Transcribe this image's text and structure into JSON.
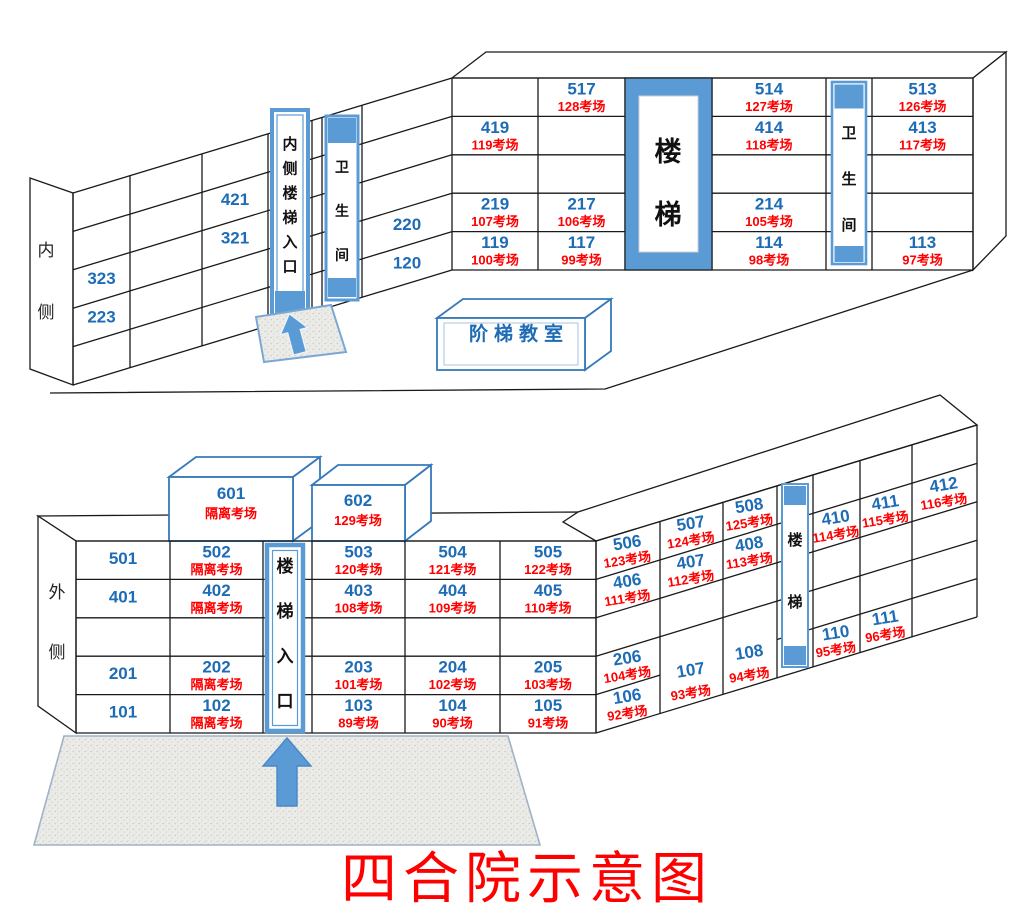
{
  "title": "四合院示意图",
  "colors": {
    "room_number_blue": "#1E6CB5",
    "exam_red": "#FF0000",
    "accent_blue": "#5B9BD5",
    "title_red": "#FF0000"
  },
  "top_building": {
    "side_label": "内侧",
    "inner_stair_sign": "内侧楼梯入口",
    "wc_sign_left": "卫生间",
    "stairs_label": "楼梯",
    "wc_sign_right": "卫生间",
    "left_wing_rooms": [
      {
        "no": "421",
        "col": 2,
        "floor": 4
      },
      {
        "no": "321",
        "col": 2,
        "floor": 3
      },
      {
        "no": "323",
        "col": 0,
        "floor": 3
      },
      {
        "no": "223",
        "col": 0,
        "floor": 2
      },
      {
        "no": "220",
        "col": 3,
        "floor": 2
      },
      {
        "no": "120",
        "col": 3,
        "floor": 1
      }
    ],
    "main_rooms": [
      {
        "no": "419",
        "exam": "119考场",
        "col": 0,
        "floor": 4
      },
      {
        "no": "219",
        "exam": "107考场",
        "col": 0,
        "floor": 2
      },
      {
        "no": "119",
        "exam": "100考场",
        "col": 0,
        "floor": 1
      },
      {
        "no": "517",
        "exam": "128考场",
        "col": 1,
        "floor": 5
      },
      {
        "no": "217",
        "exam": "106考场",
        "col": 1,
        "floor": 2
      },
      {
        "no": "117",
        "exam": "99考场",
        "col": 1,
        "floor": 1
      },
      {
        "no": "514",
        "exam": "127考场",
        "col": 2,
        "floor": 5
      },
      {
        "no": "414",
        "exam": "118考场",
        "col": 2,
        "floor": 4
      },
      {
        "no": "214",
        "exam": "105考场",
        "col": 2,
        "floor": 2
      },
      {
        "no": "114",
        "exam": "98考场",
        "col": 2,
        "floor": 1
      },
      {
        "no": "513",
        "exam": "126考场",
        "col": 3,
        "floor": 5
      },
      {
        "no": "413",
        "exam": "117考场",
        "col": 3,
        "floor": 4
      },
      {
        "no": "113",
        "exam": "97考场",
        "col": 3,
        "floor": 1
      }
    ]
  },
  "lecture_hall_label": "阶梯教室",
  "bottom_building": {
    "side_label": "外侧",
    "stair_entrance_sign": "楼梯入口",
    "stairs_label": "楼梯",
    "roof_boxes": [
      {
        "no": "601",
        "exam": "隔离考场"
      },
      {
        "no": "602",
        "exam": "129考场"
      }
    ],
    "main_rooms": [
      {
        "no": "501",
        "col": 0,
        "floor": 5
      },
      {
        "no": "401",
        "col": 0,
        "floor": 4
      },
      {
        "no": "201",
        "col": 0,
        "floor": 2
      },
      {
        "no": "101",
        "col": 0,
        "floor": 1
      },
      {
        "no": "502",
        "exam": "隔离考场",
        "col": 1,
        "floor": 5
      },
      {
        "no": "402",
        "exam": "隔离考场",
        "col": 1,
        "floor": 4
      },
      {
        "no": "202",
        "exam": "隔离考场",
        "col": 1,
        "floor": 2
      },
      {
        "no": "102",
        "exam": "隔离考场",
        "col": 1,
        "floor": 1
      },
      {
        "no": "503",
        "exam": "120考场",
        "col": 2,
        "floor": 5
      },
      {
        "no": "403",
        "exam": "108考场",
        "col": 2,
        "floor": 4
      },
      {
        "no": "203",
        "exam": "101考场",
        "col": 2,
        "floor": 2
      },
      {
        "no": "103",
        "exam": "89考场",
        "col": 2,
        "floor": 1
      },
      {
        "no": "504",
        "exam": "121考场",
        "col": 3,
        "floor": 5
      },
      {
        "no": "404",
        "exam": "109考场",
        "col": 3,
        "floor": 4
      },
      {
        "no": "204",
        "exam": "102考场",
        "col": 3,
        "floor": 2
      },
      {
        "no": "104",
        "exam": "90考场",
        "col": 3,
        "floor": 1
      },
      {
        "no": "505",
        "exam": "122考场",
        "col": 4,
        "floor": 5
      },
      {
        "no": "405",
        "exam": "110考场",
        "col": 4,
        "floor": 4
      },
      {
        "no": "205",
        "exam": "103考场",
        "col": 4,
        "floor": 2
      },
      {
        "no": "105",
        "exam": "91考场",
        "col": 4,
        "floor": 1
      }
    ],
    "wing_rooms": [
      {
        "no": "506",
        "exam": "123考场",
        "col": 0,
        "floor": 5
      },
      {
        "no": "406",
        "exam": "111考场",
        "col": 0,
        "floor": 4
      },
      {
        "no": "206",
        "exam": "104考场",
        "col": 0,
        "floor": 2
      },
      {
        "no": "106",
        "exam": "92考场",
        "col": 0,
        "floor": 1
      },
      {
        "no": "507",
        "exam": "124考场",
        "col": 1,
        "floor": 5
      },
      {
        "no": "407",
        "exam": "112考场",
        "col": 1,
        "floor": 4
      },
      {
        "no": "107",
        "exam": "93考场",
        "col": 1,
        "floor": 1,
        "span": 2
      },
      {
        "no": "508",
        "exam": "125考场",
        "col": 2,
        "floor": 5
      },
      {
        "no": "408",
        "exam": "113考场",
        "col": 2,
        "floor": 4
      },
      {
        "no": "108",
        "exam": "94考场",
        "col": 2,
        "floor": 1,
        "span": 2
      },
      {
        "no": "410",
        "exam": "114考场",
        "col": 3,
        "floor": 4
      },
      {
        "no": "110",
        "exam": "95考场",
        "col": 3,
        "floor": 1
      },
      {
        "no": "411",
        "exam": "115考场",
        "col": 4,
        "floor": 4
      },
      {
        "no": "111",
        "exam": "96考场",
        "col": 4,
        "floor": 1
      },
      {
        "no": "412",
        "exam": "116考场",
        "col": 5,
        "floor": 4
      }
    ]
  }
}
